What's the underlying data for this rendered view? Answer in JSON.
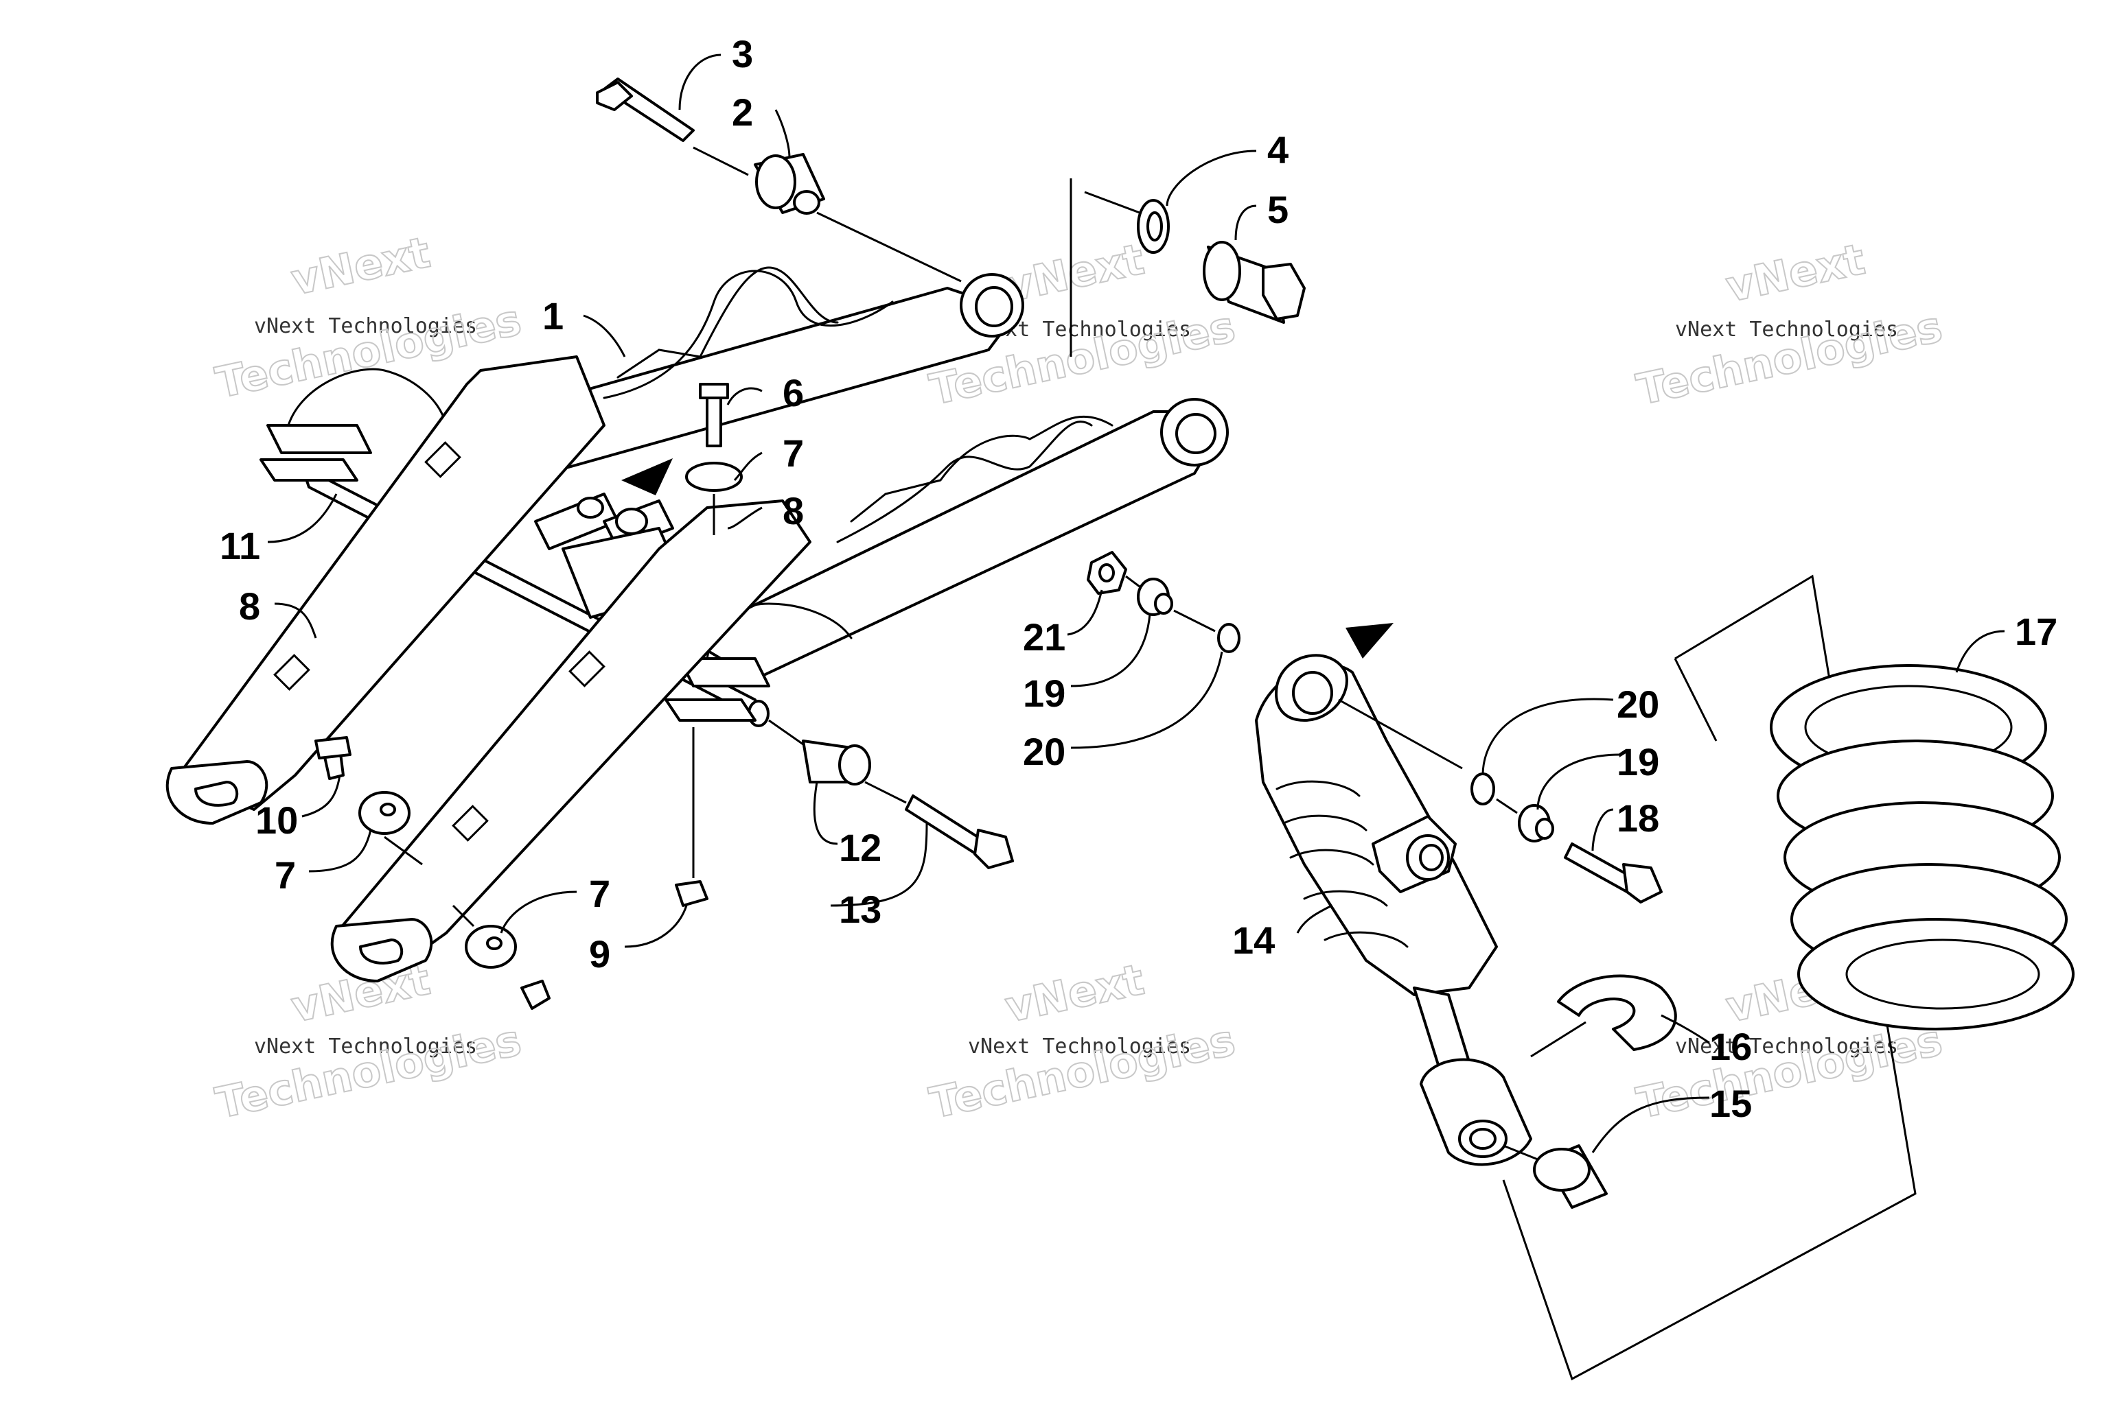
{
  "callouts": {
    "c1": "1",
    "c2": "2",
    "c3": "3",
    "c4": "4",
    "c5": "5",
    "c6": "6",
    "c7a": "7",
    "c7b": "7",
    "c7c": "7",
    "c8a": "8",
    "c8b": "8",
    "c9": "9",
    "c10": "10",
    "c11": "11",
    "c12": "12",
    "c13": "13",
    "c14": "14",
    "c15": "15",
    "c16": "16",
    "c17": "17",
    "c18": "18",
    "c19a": "19",
    "c19b": "19",
    "c20a": "20",
    "c20b": "20",
    "c21": "21"
  },
  "watermark": {
    "line_top": "vNext",
    "line_mid": "vNext Technologies",
    "line_big": "Technologies"
  }
}
